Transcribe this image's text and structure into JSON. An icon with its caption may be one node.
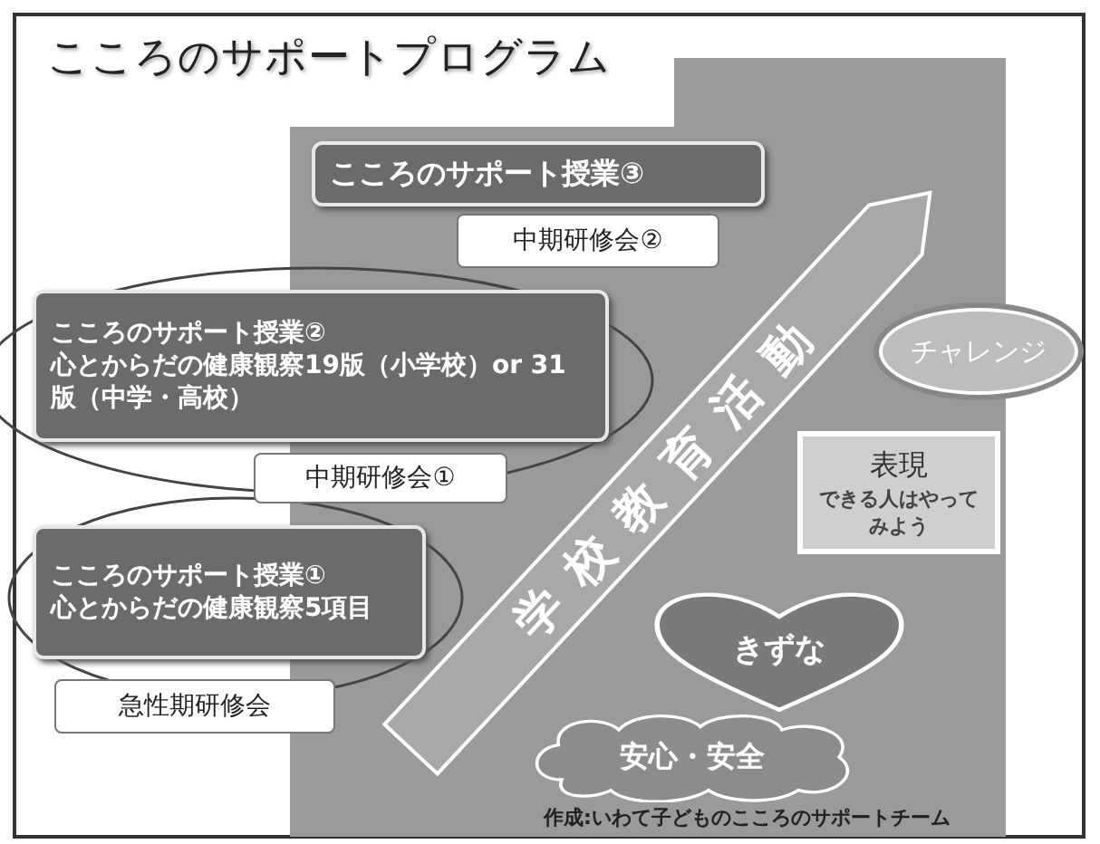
{
  "diagram": {
    "title": "こころのサポートプログラム",
    "caption": "作成:いわて子どものこころのサポートチーム",
    "nodes": [
      {
        "text": [
          "こころのサポート授業③"
        ]
      },
      {
        "text": [
          "中期研修会②"
        ]
      },
      {
        "text": [
          "こころのサポート授業②",
          "心とからだの健康観察19版（小学校）or 31版（中学・高校）"
        ]
      },
      {
        "text": [
          "中期研修会①"
        ]
      },
      {
        "text": [
          "こころのサポート授業①",
          "心とからだの健康観察5項目"
        ]
      },
      {
        "text": [
          "急性期研修会"
        ]
      },
      {
        "text": [
          "学校教育活動"
        ]
      },
      {
        "text": [
          "チャレンジ"
        ]
      },
      {
        "text": [
          "表現",
          "できる人はやってみよう"
        ]
      },
      {
        "text": [
          "きずな"
        ]
      },
      {
        "text": [
          "安心・安全"
        ]
      }
    ]
  }
}
